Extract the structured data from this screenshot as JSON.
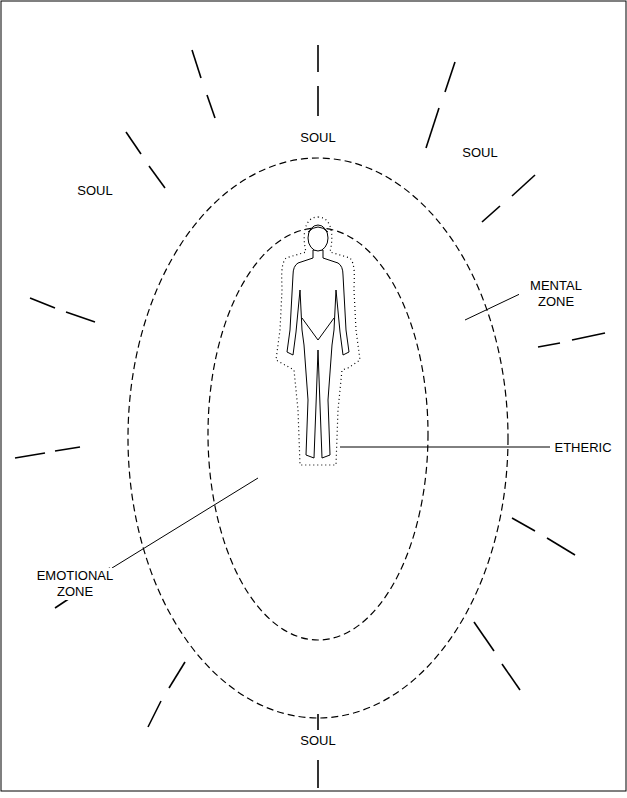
{
  "diagram": {
    "labels": [
      "SOUL",
      "SOUL",
      "SOUL",
      "MENTAL ZONE",
      "ETHERIC",
      "EMOTIONAL ZONE",
      "SOUL"
    ]
  }
}
